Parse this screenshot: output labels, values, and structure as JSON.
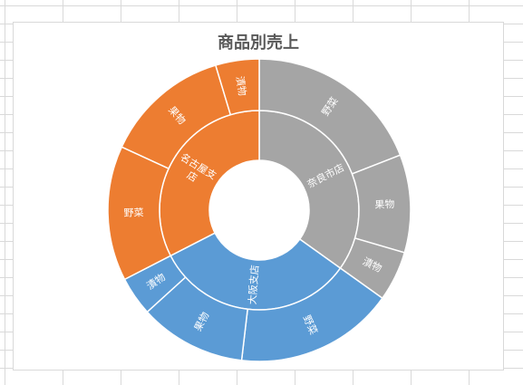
{
  "chart_data": {
    "type": "sunburst",
    "title": "商品別売上",
    "start_angle_deg": 0,
    "direction": "clockwise",
    "tiers": [
      {
        "name": "奈良市店",
        "color": "#a5a5a5",
        "value": 150,
        "children": [
          {
            "name": "野菜",
            "value": 82
          },
          {
            "name": "果物",
            "value": 45
          },
          {
            "name": "漬物",
            "value": 23
          }
        ]
      },
      {
        "name": "大阪支店",
        "color": "#5b9bd5",
        "value": 140,
        "children": [
          {
            "name": "野菜",
            "value": 73
          },
          {
            "name": "果物",
            "value": 49
          },
          {
            "name": "漬物",
            "value": 18
          }
        ]
      },
      {
        "name": "名古屋支店",
        "color": "#ed7d31",
        "value": 140,
        "children": [
          {
            "name": "野菜",
            "value": 62
          },
          {
            "name": "果物",
            "value": 58
          },
          {
            "name": "漬物",
            "value": 20
          }
        ]
      }
    ]
  }
}
